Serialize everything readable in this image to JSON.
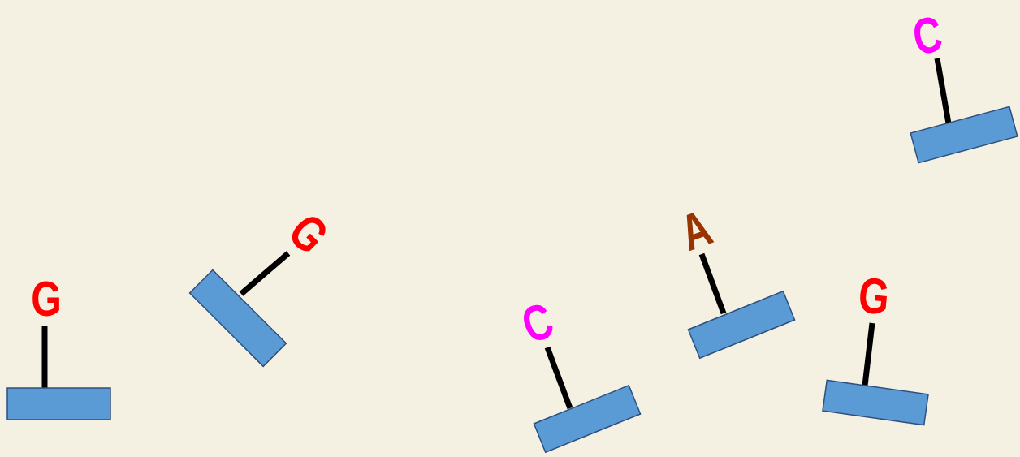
{
  "diagram": {
    "labels": [
      "G",
      "G",
      "C",
      "A",
      "G",
      "C"
    ]
  }
}
